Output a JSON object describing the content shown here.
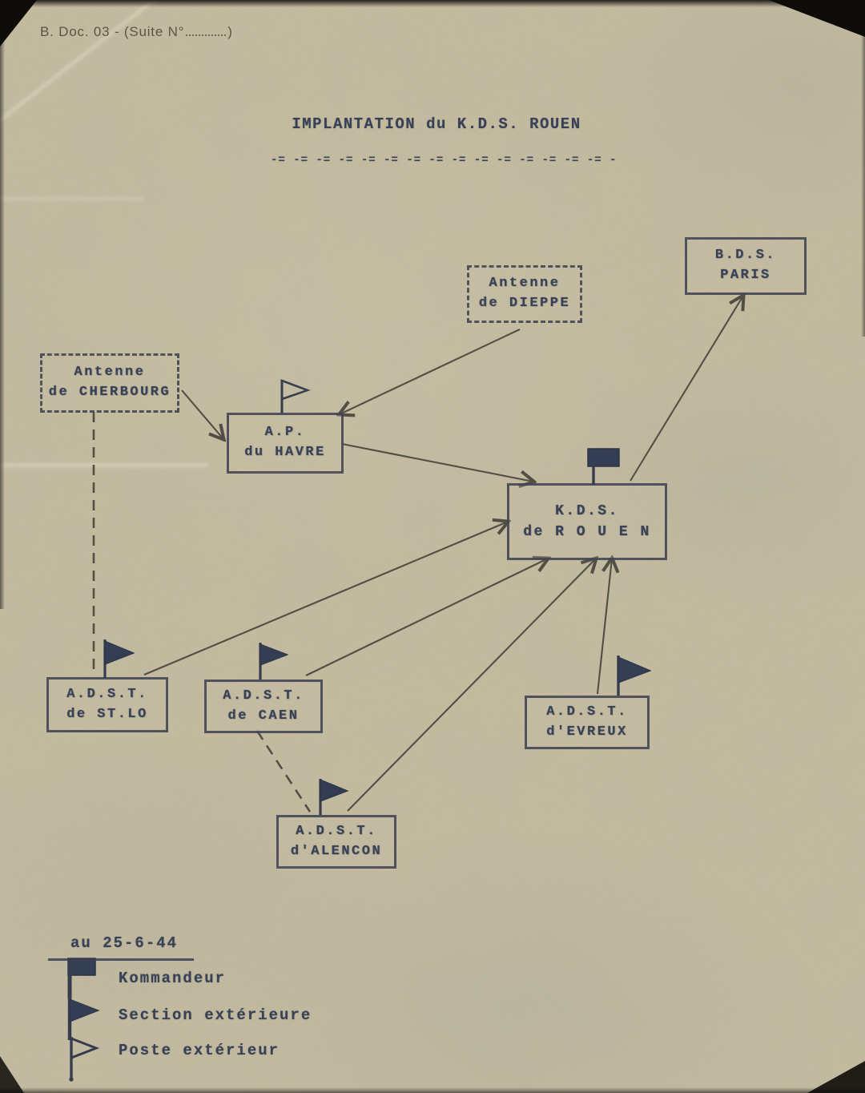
{
  "document": {
    "header_prefix": "B. Doc. 03 - (Suite N°",
    "header_suffix": ")",
    "title": "IMPLANTATION du K.D.S. ROUEN",
    "title_rule": "-= -= -= -= -= -= -= -= -= -= -= -= -= -= -= -= -= -= -="
  },
  "diagram": {
    "nodes": [
      {
        "id": "antenne-dieppe",
        "line1": "Antenne",
        "line2": "de DIEPPE",
        "border": "dashed",
        "flag": "none"
      },
      {
        "id": "bds-paris",
        "line1": "B.D.S.",
        "line2": "PARIS",
        "border": "solid",
        "flag": "none"
      },
      {
        "id": "antenne-cherbourg",
        "line1": "Antenne",
        "line2": "de CHERBOURG",
        "border": "dashed",
        "flag": "none"
      },
      {
        "id": "ap-havre",
        "line1": "A.P.",
        "line2": "du HAVRE",
        "border": "solid",
        "flag": "poste-exterieur"
      },
      {
        "id": "kds-rouen",
        "line1": "K.D.S.",
        "line2": "de R O U E N",
        "border": "solid",
        "flag": "kommandeur"
      },
      {
        "id": "adst-stlo",
        "line1": "A.D.S.T.",
        "line2": "de ST.LO",
        "border": "solid",
        "flag": "section-exterieure"
      },
      {
        "id": "adst-caen",
        "line1": "A.D.S.T.",
        "line2": "de CAEN",
        "border": "solid",
        "flag": "section-exterieure"
      },
      {
        "id": "adst-evreux",
        "line1": "A.D.S.T.",
        "line2": "d'EVREUX",
        "border": "solid",
        "flag": "section-exterieure"
      },
      {
        "id": "adst-alencon",
        "line1": "A.D.S.T.",
        "line2": "d'ALENCON",
        "border": "solid",
        "flag": "section-exterieure"
      }
    ],
    "connections": [
      {
        "from": "antenne-dieppe",
        "to": "ap-havre",
        "style": "solid-arrow"
      },
      {
        "from": "antenne-cherbourg",
        "to": "ap-havre",
        "style": "solid-arrow"
      },
      {
        "from": "ap-havre",
        "to": "kds-rouen",
        "style": "solid-arrow"
      },
      {
        "from": "kds-rouen",
        "to": "bds-paris",
        "style": "solid-arrow"
      },
      {
        "from": "adst-stlo",
        "to": "kds-rouen",
        "style": "solid-arrow"
      },
      {
        "from": "adst-caen",
        "to": "kds-rouen",
        "style": "solid-arrow"
      },
      {
        "from": "adst-alencon",
        "to": "kds-rouen",
        "style": "solid-arrow"
      },
      {
        "from": "adst-evreux",
        "to": "kds-rouen",
        "style": "solid-arrow"
      },
      {
        "from": "antenne-cherbourg",
        "to": "adst-stlo",
        "style": "dashed-line"
      },
      {
        "from": "adst-caen",
        "to": "adst-alencon",
        "style": "dashed-line"
      }
    ]
  },
  "legend": {
    "date": "au 25-6-44",
    "items": [
      {
        "flag": "kommandeur-flag",
        "label": "Kommandeur"
      },
      {
        "flag": "section-exterieure-flag",
        "label": "Section extérieure"
      },
      {
        "flag": "poste-exterieur-flag",
        "label": "Poste extérieur"
      }
    ]
  },
  "colors": {
    "paper": "#c6bda0",
    "ink": "#343d54",
    "line": "#4e4b40",
    "flag_fill": "#2d3850"
  }
}
